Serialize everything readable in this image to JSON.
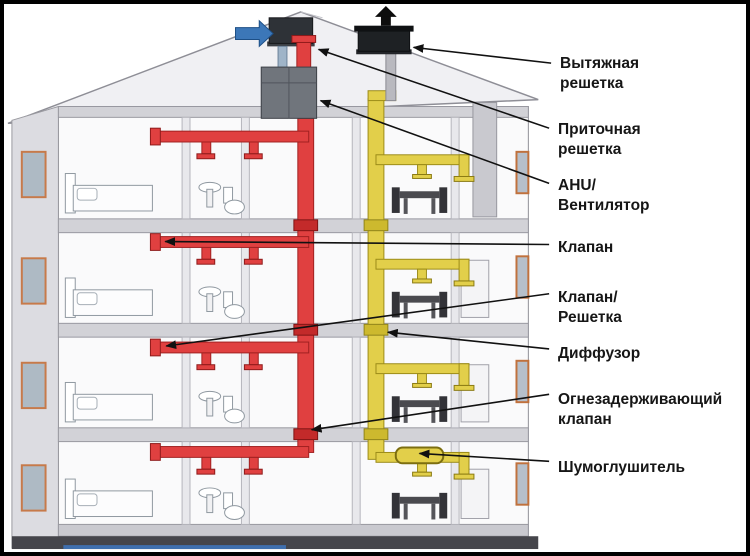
{
  "figure": {
    "type": "building-ventilation-scheme",
    "floors": 4
  },
  "colors": {
    "supply_duct": "#e04040",
    "exhaust_duct": "#e2cf4a",
    "intake_arrow": "#3c77b8",
    "exhaust_arrow": "#0d0d0d",
    "label_text": "#161616"
  },
  "labels": [
    {
      "id": "exhaust-grille",
      "text": "Вытяжная\nрешетка"
    },
    {
      "id": "supply-grille",
      "text": "Приточная\nрешетка"
    },
    {
      "id": "ahu-fan",
      "text": "AHU/\nВентилятор"
    },
    {
      "id": "valve",
      "text": "Клапан"
    },
    {
      "id": "valve-grille",
      "text": "Клапан/\nРешетка"
    },
    {
      "id": "diffuser",
      "text": "Диффузор"
    },
    {
      "id": "fire-damper",
      "text": "Огнезадерживающий\nклапан"
    },
    {
      "id": "silencer",
      "text": "Шумоглушитель"
    }
  ]
}
